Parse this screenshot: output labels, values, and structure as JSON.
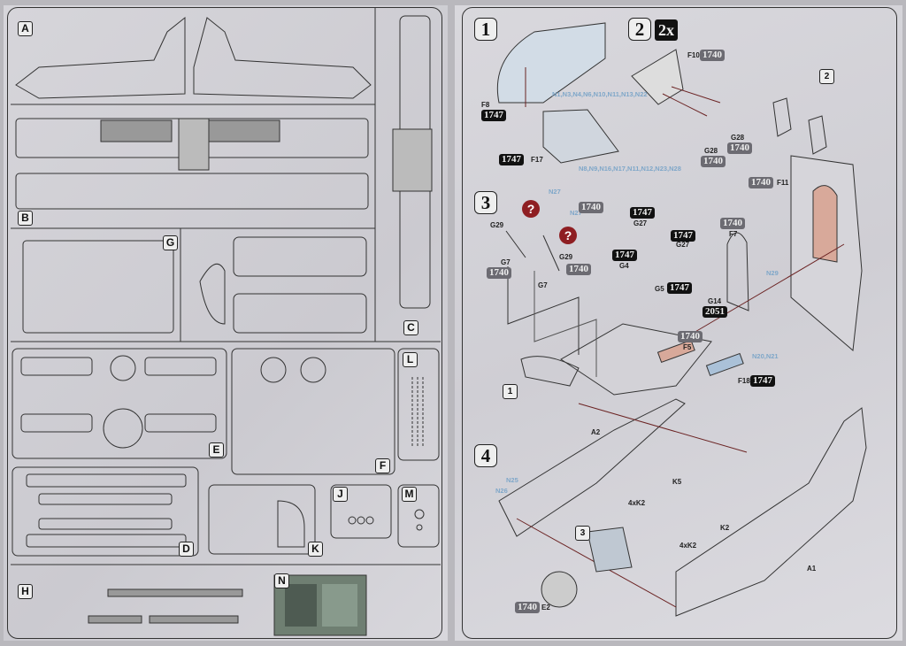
{
  "left_page": {
    "sprues": {
      "A": "A",
      "B": "B",
      "C": "C",
      "G": "G",
      "E": "E",
      "F": "F",
      "L": "L",
      "D": "D",
      "K": "K",
      "J": "J",
      "M": "M",
      "H": "H",
      "N": "N"
    }
  },
  "right_page": {
    "step1": {
      "number": "1",
      "parts": {
        "f8": "F8",
        "f17": "F17"
      },
      "paint": {
        "f8": "1747",
        "f17": "1747"
      },
      "decals_a": "N1,N3,N4,N6,N10,N11,N13,N22",
      "decals_b": "N8,N9,N16,N17,N11,N12,N23,N28"
    },
    "step2": {
      "number": "2",
      "multiplier": "2x",
      "parts": {
        "f10": "F10",
        "g28a": "G28",
        "g28b": "G28"
      },
      "paint": {
        "f10": "1740",
        "g28a": "1740",
        "g28b": "1740"
      },
      "ref": "2"
    },
    "step3": {
      "number": "3",
      "parts": {
        "f11": "F11",
        "g29a": "G29",
        "g29b": "G29",
        "g7a": "G7",
        "g7b": "G7",
        "g27a": "G27",
        "g27b": "G27",
        "g4": "G4",
        "g5": "G5",
        "f7": "F7",
        "g14": "G14",
        "f5": "F5",
        "f18": "F18"
      },
      "paint": {
        "f11": "1740",
        "g29": "1740",
        "g7": "1740",
        "g27a": "1747",
        "g27b": "1747",
        "g4": "1747",
        "g5": "1747",
        "f7": "1740",
        "g14": "2051",
        "f5": "1740",
        "f18": "1747",
        "top": "1740"
      },
      "decals": {
        "n27a": "N27",
        "n27b": "N27",
        "n29": "N29",
        "n20": "N20,N21"
      },
      "question": "?",
      "ref": "1"
    },
    "step4": {
      "number": "4",
      "parts": {
        "a1": "A1",
        "a2": "A2",
        "k5": "K5",
        "k2a": "4xK2",
        "k2b": "4xK2",
        "k2c": "K2",
        "e2": "E2"
      },
      "paint": {
        "e2": "1740"
      },
      "decals": {
        "n25": "N25",
        "n26": "N26"
      },
      "ref": "3"
    }
  },
  "colors": {
    "paper": "#d3d2d7",
    "ink": "#222222",
    "paint_black": "#111111",
    "paint_grey": "#6c6b72",
    "decal_blue": "#7fa7c9",
    "arrow": "#6b2323",
    "warning": "#8e1e22",
    "interior": "#d8a99a"
  }
}
